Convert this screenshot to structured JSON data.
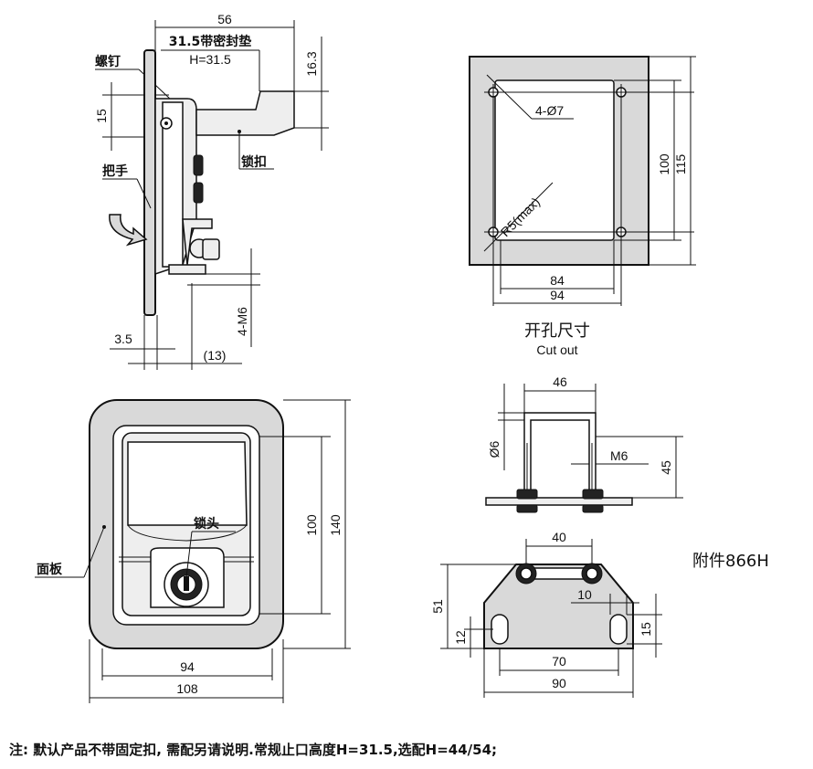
{
  "side_view": {
    "dim_width": "56",
    "seal_label": "31.5带密封垫",
    "height_label": "H=31.5",
    "dim_16_3": "16.3",
    "screw_label": "螺钉",
    "dim_15": "15",
    "latch_label": "锁扣",
    "handle_label": "把手",
    "dim_4m6": "4-M6",
    "dim_3_5": "3.5",
    "dim_13": "(13)"
  },
  "cutout": {
    "hole_label": "4-Ø7",
    "radius_label": "R5(max)",
    "dim_100": "100",
    "dim_115": "115",
    "dim_84": "84",
    "dim_94": "94",
    "title_cn": "开孔尺寸",
    "title_en": "Cut out"
  },
  "front_view": {
    "lock_label": "锁头",
    "panel_label": "面板",
    "dim_100": "100",
    "dim_140": "140",
    "dim_94": "94",
    "dim_108": "108"
  },
  "ubolt": {
    "dim_46": "46",
    "dim_phi6": "Ø6",
    "dim_m6": "M6",
    "dim_45": "45"
  },
  "bracket": {
    "dim_40": "40",
    "dim_51": "51",
    "dim_12": "12",
    "dim_10": "10",
    "dim_15": "15",
    "dim_70": "70",
    "dim_90": "90"
  },
  "accessory_label": "附件866H",
  "footnote": "注: 默认产品不带固定扣, 需配另请说明.常规止口高度H=31.5,选配H=44/54;"
}
